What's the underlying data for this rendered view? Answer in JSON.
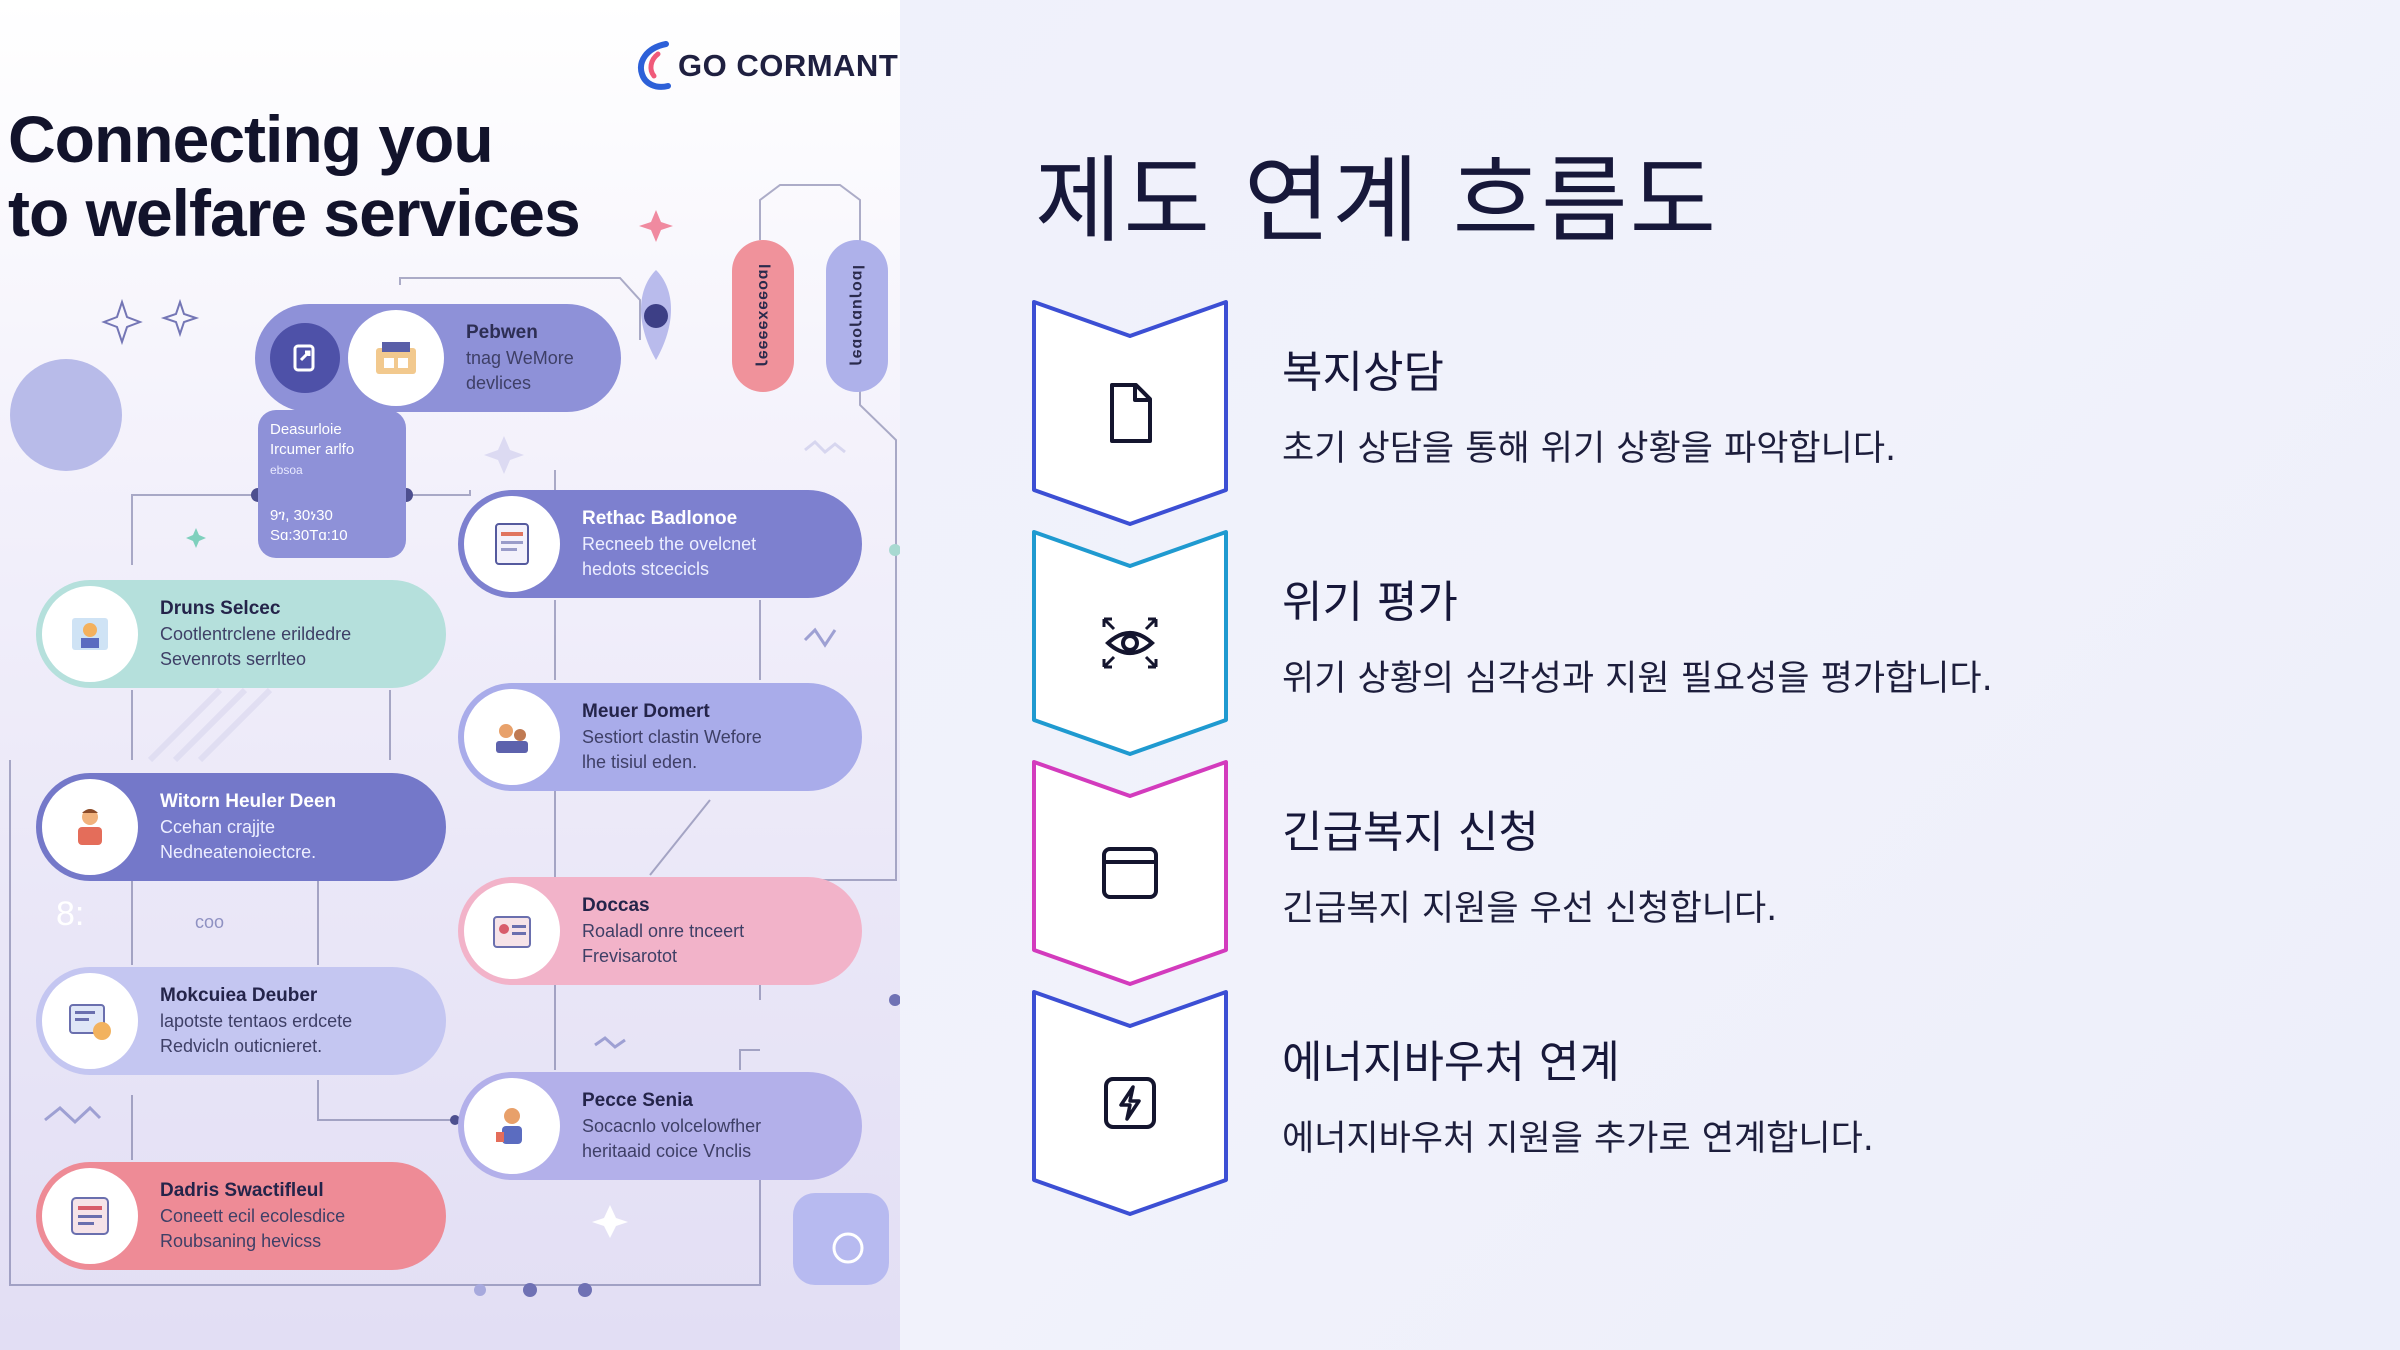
{
  "brand": {
    "name": "GO CORMANT"
  },
  "hero": {
    "title": "Connecting you\nto welfare services"
  },
  "pills": [
    {
      "t1": "Pebwen",
      "t2a": "tnag WeMore",
      "t2b": "devlices"
    },
    {
      "t1": "Rethac Badlonoe",
      "t2a": "Recneeb the ovelcnet",
      "t2b": "hedots stcecicls"
    },
    {
      "t1": "Druns Selcec",
      "t2a": "Cootlentrclene erildedre",
      "t2b": "Sevenrots serrlteo"
    },
    {
      "t1": "Meuer Domert",
      "t2a": "Sestiort clastin Wefore",
      "t2b": "lhe tisiul eden."
    },
    {
      "t1": "Witorn Heuler Deen",
      "t2a": "Ccehan crajjte",
      "t2b": "Nedneatenoiectcre."
    },
    {
      "t1": "Doccas",
      "t2a": "Roaladl onre tnceert",
      "t2b": "Frevisarotot"
    },
    {
      "t1": "Mokcuiea Deuber",
      "t2a": "lapotste tentaos erdcete",
      "t2b": "Redvicln outicnieret."
    },
    {
      "t1": "Pecce Senia",
      "t2a": "Socacnlo volcelowfher",
      "t2b": "heritaaid coice Vnclis"
    },
    {
      "t1": "Dadris Swactifleul",
      "t2a": "Coneett ecil ecolesdice",
      "t2b": "Roubsaning hevicss"
    }
  ],
  "mini_card": {
    "line1": "Deasurloie",
    "line2": "Ircumer arlfo",
    "line3": "ebsoa",
    "line4": "9ገ, 30ነ30",
    "line5": "Sɑ:30Tɑ:10"
  },
  "vtags": [
    "lɒoɘɘxɘɘɘɘɿ",
    "lɒoɿuɒɿoɒɘɿ"
  ],
  "deco": {
    "d1": "8:",
    "d2": "coo"
  },
  "flow": {
    "title": "제도 연계 흐름도",
    "steps": [
      {
        "title": "복지상담",
        "desc": "초기 상담을 통해 위기 상황을 파악합니다.",
        "icon": "document-icon",
        "color": "#3c4fd4"
      },
      {
        "title": "위기 평가",
        "desc": "위기 상황의 심각성과 지원 필요성을 평가합니다.",
        "icon": "eye-focus-icon",
        "color": "#1f9ad0"
      },
      {
        "title": "긴급복지 신청",
        "desc": "긴급복지 지원을 우선 신청합니다.",
        "icon": "browser-window-icon",
        "color": "#d33bbd"
      },
      {
        "title": "에너지바우처 연계",
        "desc": "에너지바우처 지원을 추가로 연계합니다.",
        "icon": "lightning-icon",
        "color": "#3c4fd4"
      }
    ]
  }
}
